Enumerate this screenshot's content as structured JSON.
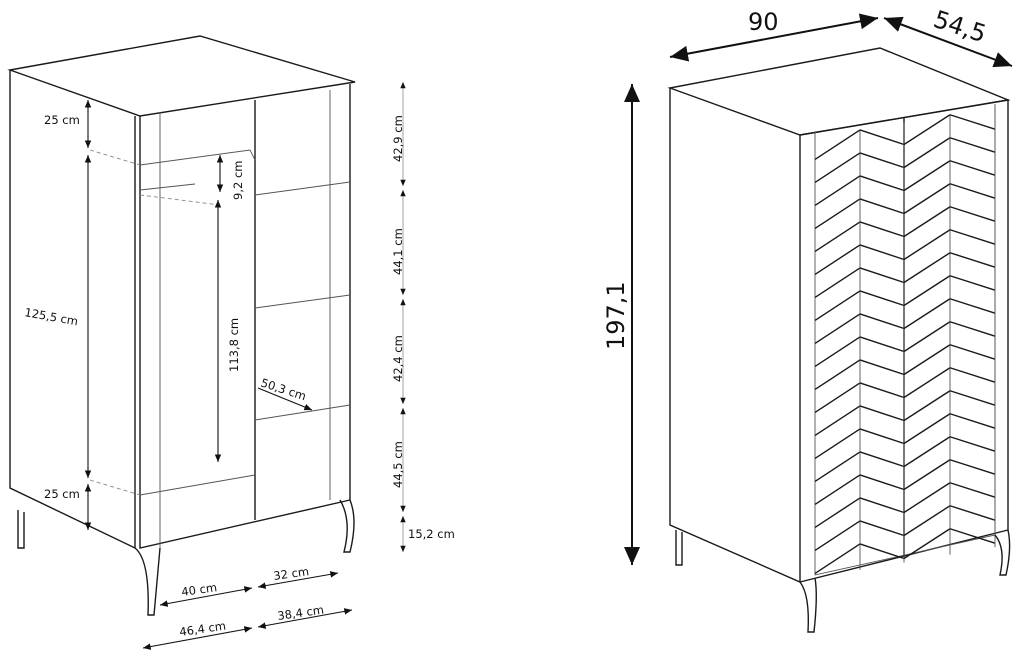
{
  "left_drawing": {
    "side_dims": {
      "top_gap": "25 cm",
      "hanging_height": "125,5 cm",
      "bottom_gap": "25 cm"
    },
    "inner_dims": {
      "rail_gap": "9,2 cm",
      "hanging_inner": "113,8 cm",
      "shelf_depth": "50,3 cm"
    },
    "shelf_dims": [
      "42,9 cm",
      "44,1 cm",
      "42,4 cm",
      "44,5 cm",
      "15,2 cm"
    ],
    "width_dims": {
      "inner_left": "40 cm",
      "inner_right": "32 cm",
      "outer_left": "46,4 cm",
      "outer_right": "38,4 cm"
    }
  },
  "right_drawing": {
    "width": "90",
    "depth": "54,5",
    "height": "197,1"
  }
}
